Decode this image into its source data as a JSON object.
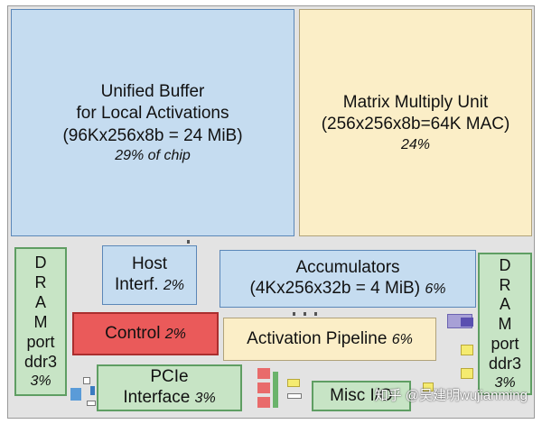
{
  "unified_buffer": {
    "lines": [
      "Unified Buffer",
      "for Local Activations",
      "(96Kx256x8b = 24 MiB)"
    ],
    "percent": "29% of chip"
  },
  "matrix_unit": {
    "lines": [
      "Matrix Multiply Unit",
      "(256x256x8b=64K MAC)"
    ],
    "percent": "24%"
  },
  "dram_left": {
    "lines": [
      "D",
      "R",
      "A",
      "M",
      "port",
      "ddr3"
    ],
    "percent": "3%"
  },
  "dram_right": {
    "lines": [
      "D",
      "R",
      "A",
      "M",
      "port",
      "ddr3"
    ],
    "percent": "3%"
  },
  "host_interface": {
    "lines": [
      "Host",
      "Interf."
    ],
    "percent": "2%"
  },
  "accumulators": {
    "lines": [
      "Accumulators",
      "(4Kx256x32b = 4 MiB)"
    ],
    "percent": "6%"
  },
  "control": {
    "label": "Control",
    "percent": "2%"
  },
  "activation_pipeline": {
    "label": "Activation Pipeline",
    "percent": "6%"
  },
  "pcie": {
    "lines": [
      "PCIe",
      "Interface"
    ],
    "percent": "3%"
  },
  "misc_io": {
    "label": "Misc I/O"
  },
  "watermark": "知乎 @吴建明wujianming",
  "colors": {
    "buffer_blue": "#c5dcf0",
    "mmu_cream": "#fbeec7",
    "io_green": "#c7e4c5",
    "control_red": "#ea5a5a"
  }
}
